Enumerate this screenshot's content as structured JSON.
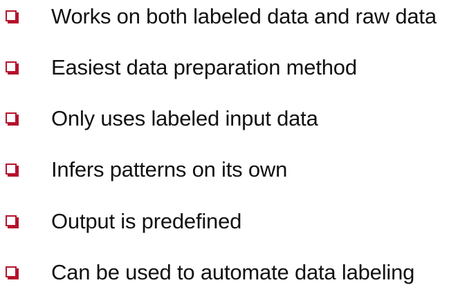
{
  "colors": {
    "bullet": "#b5112e",
    "text": "#111111"
  },
  "items": [
    {
      "icon": "checkbox-empty-icon",
      "label": "Works on both labeled data and raw data"
    },
    {
      "icon": "checkbox-empty-icon",
      "label": "Easiest data preparation method"
    },
    {
      "icon": "checkbox-empty-icon",
      "label": "Only uses labeled input data"
    },
    {
      "icon": "checkbox-empty-icon",
      "label": "Infers patterns on its own"
    },
    {
      "icon": "checkbox-empty-icon",
      "label": "Output is predefined"
    },
    {
      "icon": "checkbox-empty-icon",
      "label": "Can be used to automate data labeling"
    }
  ]
}
